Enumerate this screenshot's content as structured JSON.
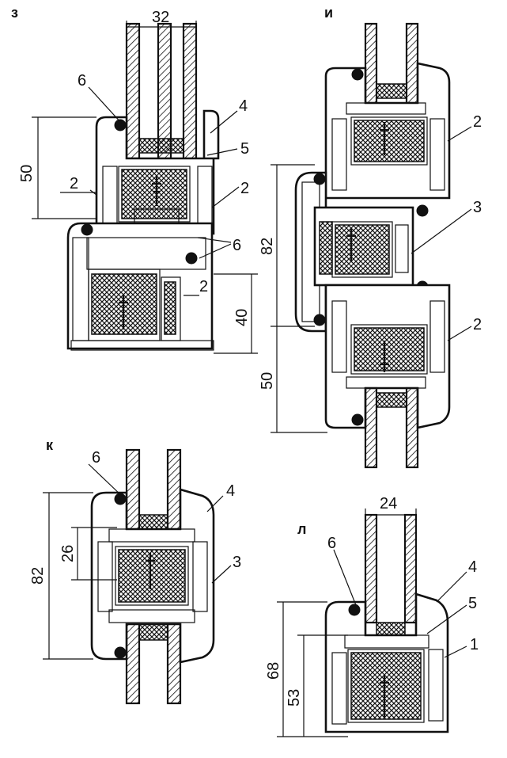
{
  "panels": [
    {
      "id": "z",
      "letter": "з",
      "dimensions": {
        "width_top": "32",
        "height_left": "50",
        "height_right": "40",
        "gap_a": "2",
        "gap_b": "2"
      },
      "callouts": [
        "6",
        "4",
        "5",
        "2",
        "6"
      ]
    },
    {
      "id": "i",
      "letter": "и",
      "dimensions": {
        "height_upper": "82",
        "height_lower": "50"
      },
      "callouts": [
        "2",
        "3",
        "2"
      ]
    },
    {
      "id": "k",
      "letter": "к",
      "dimensions": {
        "height_outer": "82",
        "height_inner": "26"
      },
      "callouts": [
        "6",
        "4",
        "3"
      ]
    },
    {
      "id": "l",
      "letter": "л",
      "dimensions": {
        "width_top": "24",
        "height_outer": "68",
        "height_inner": "53"
      },
      "callouts": [
        "6",
        "4",
        "5",
        "1"
      ]
    }
  ]
}
